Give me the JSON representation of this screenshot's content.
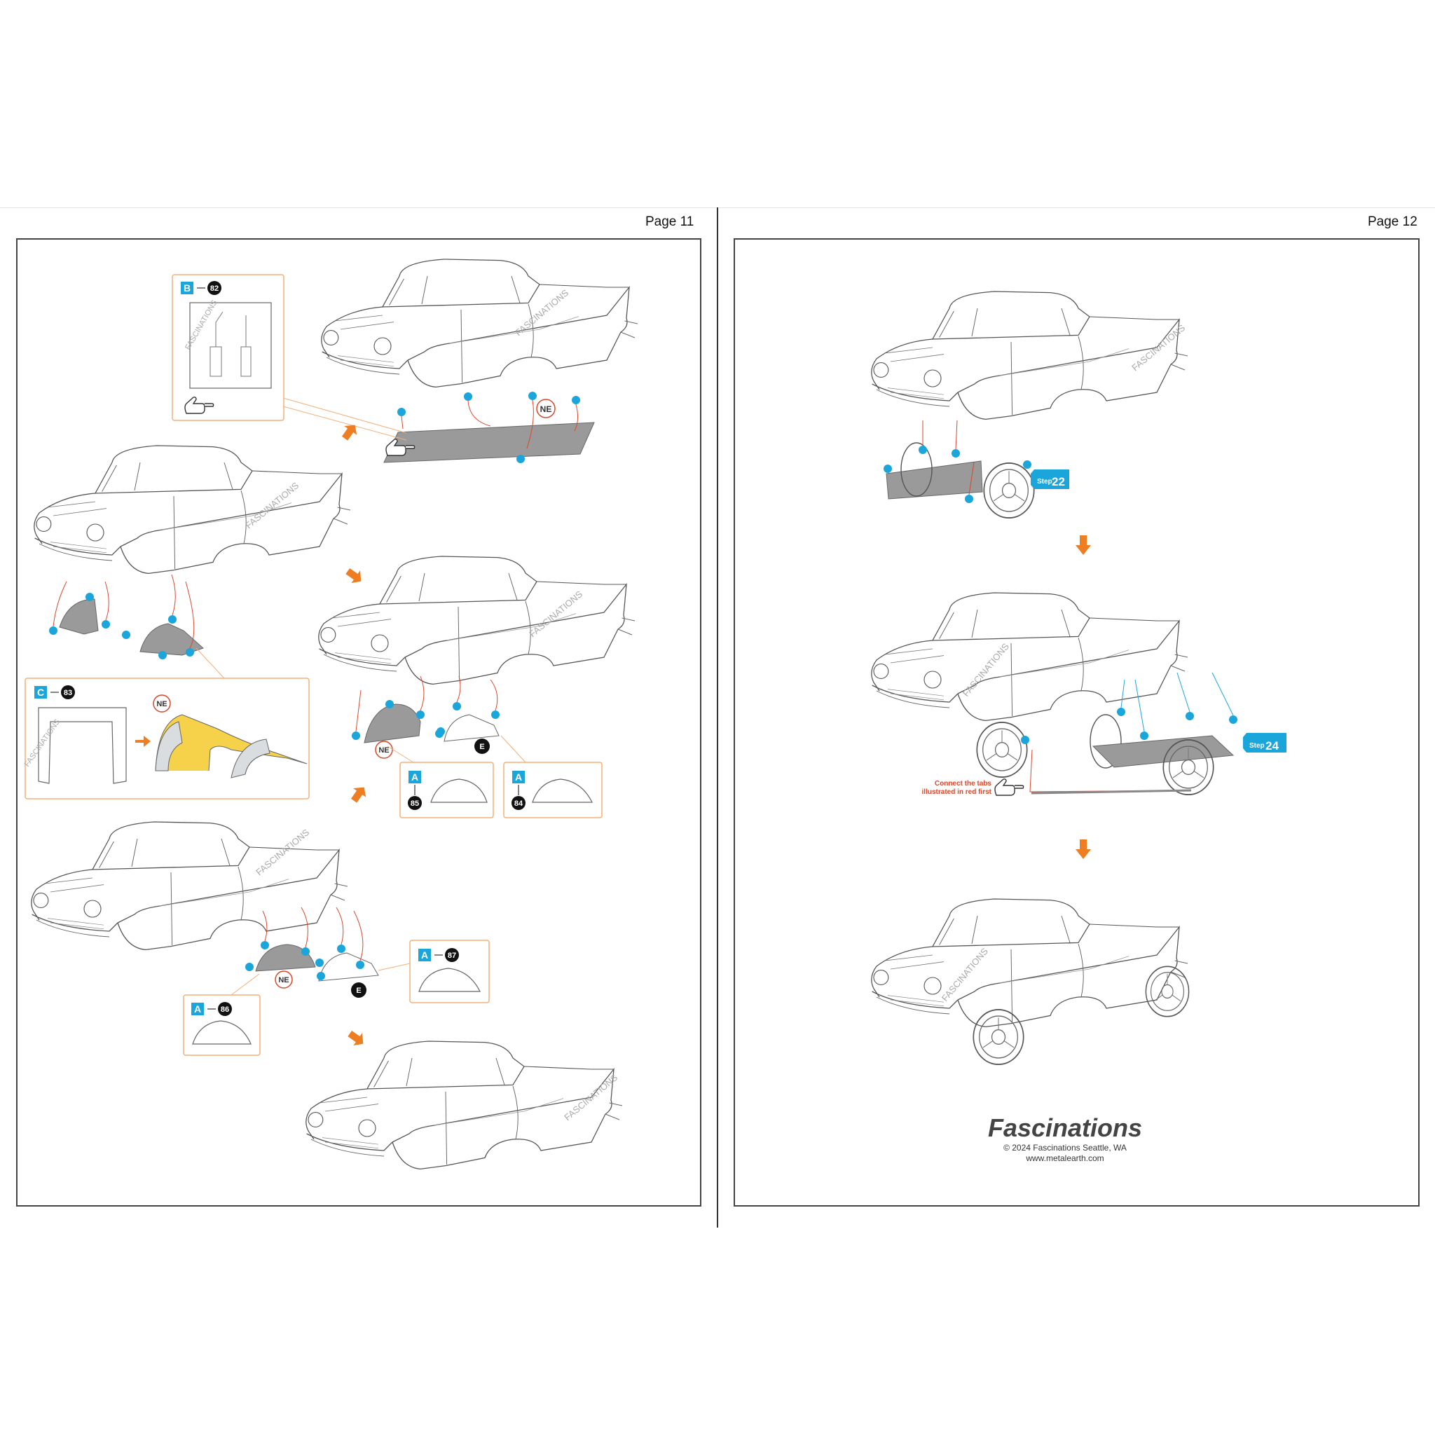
{
  "pages": [
    {
      "number_label": "Page 11"
    },
    {
      "number_label": "Page 12"
    }
  ],
  "watermark": "FASCINATIONS",
  "callouts": [
    {
      "sheet": "B",
      "part": "82"
    },
    {
      "sheet": "C",
      "part": "83"
    },
    {
      "sheet": "A",
      "part": "85"
    },
    {
      "sheet": "A",
      "part": "84"
    },
    {
      "sheet": "A",
      "part": "87"
    },
    {
      "sheet": "A",
      "part": "86"
    }
  ],
  "markers": {
    "ne": "NE",
    "e": "E"
  },
  "steps": [
    {
      "prefix": "Step",
      "number": "22"
    },
    {
      "prefix": "Step",
      "number": "24"
    }
  ],
  "note": {
    "line1": "Connect the tabs",
    "line2": "illustrated in red first"
  },
  "footer": {
    "brand": "Fascinations",
    "copyright": "© 2024 Fascinations Seattle, WA",
    "url": "www.metalearth.com"
  },
  "colors": {
    "accent_orange": "#ef7d22",
    "callout_blue": "#1aa6db",
    "tab_red": "#d9472b",
    "highlight_yellow": "#f6d24a",
    "part_grey": "#b9b9b9"
  }
}
